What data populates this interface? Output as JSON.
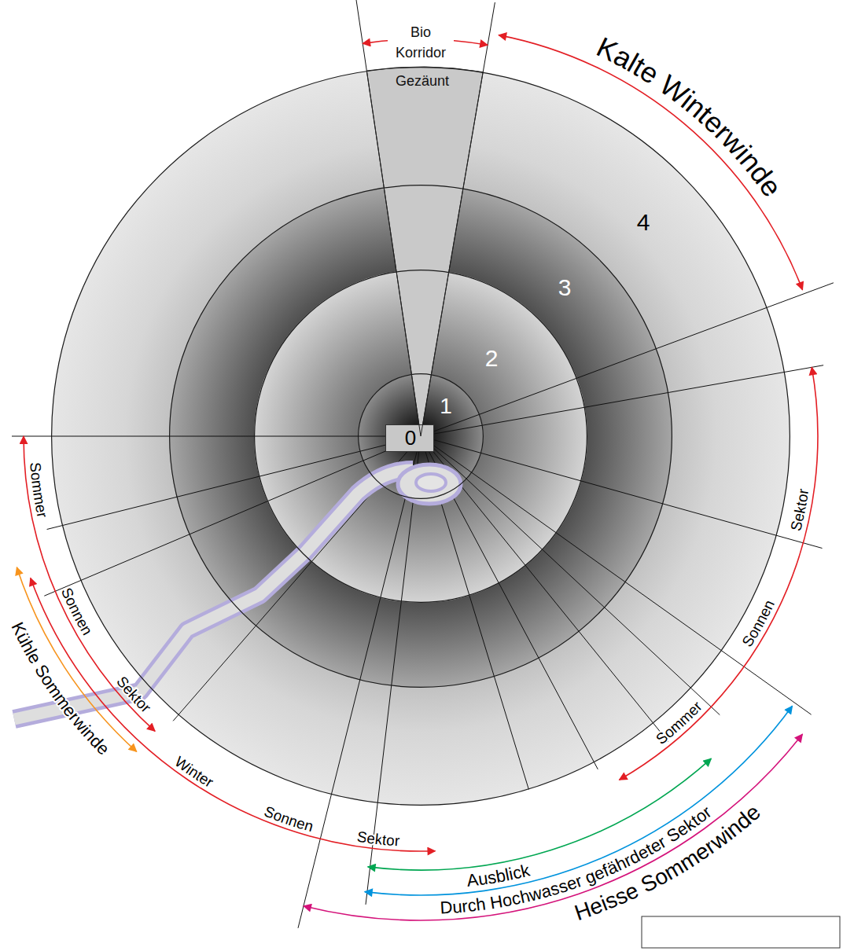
{
  "diagram": {
    "nodes": [
      {
        "text": [
          "4"
        ]
      },
      {
        "text": [
          "3"
        ],
        "in": 0
      },
      {
        "text": [
          "2"
        ],
        "in": 1
      },
      {
        "text": [
          "1"
        ],
        "in": 2
      },
      {
        "text": [
          "0"
        ],
        "in": 3
      },
      {
        "text": [
          "Gezäunt"
        ],
        "in": 0
      }
    ],
    "labels": [
      "Bio Korridor",
      "Kalte Winterwinde",
      "Sommer",
      "Sonnen",
      "Sektor",
      "Winter",
      "Sonnen",
      "Sektor",
      "Sektor",
      "Sonnen",
      "Sommer",
      "Kühle Sommerwinde",
      "Ausblick",
      "Durch Hochwasser gefährdeter Sektor",
      "Heisse Sommerwinde"
    ]
  }
}
